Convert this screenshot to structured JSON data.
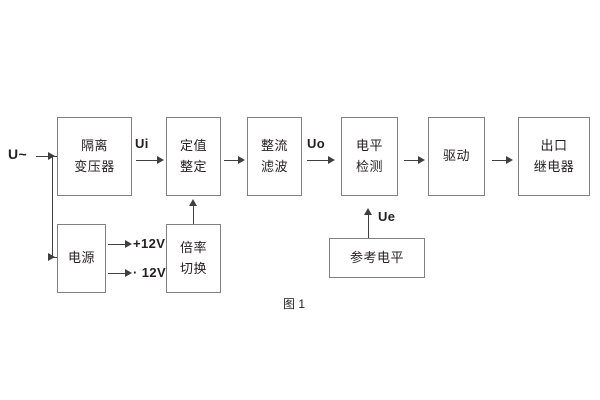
{
  "figure": {
    "caption": "图 1",
    "source_label": "U~",
    "signal_labels": {
      "ui": "Ui",
      "uo": "Uo",
      "ue": "Ue"
    },
    "power_rails": {
      "positive": "+12V",
      "negative": "· 12V"
    },
    "blocks": [
      {
        "id": "isolation-transformer",
        "line1": "隔离",
        "line2": "变压器"
      },
      {
        "id": "setting-value",
        "line1": "定值",
        "line2": "整定"
      },
      {
        "id": "rectify-filter",
        "line1": "整流",
        "line2": "滤波"
      },
      {
        "id": "level-detection",
        "line1": "电平",
        "line2": "检测"
      },
      {
        "id": "drive",
        "line1": "驱动",
        "line2": ""
      },
      {
        "id": "output-relay",
        "line1": "出口",
        "line2": "继电器"
      },
      {
        "id": "power-supply",
        "line1": "电源",
        "line2": ""
      },
      {
        "id": "multiplier-switch",
        "line1": "倍率",
        "line2": "切换"
      },
      {
        "id": "reference-level",
        "line1": "参考电平",
        "line2": ""
      }
    ]
  },
  "colors": {
    "box_border": "#808080",
    "line": "#3f3f3f",
    "text": "#231f20",
    "background": "#ffffff"
  }
}
